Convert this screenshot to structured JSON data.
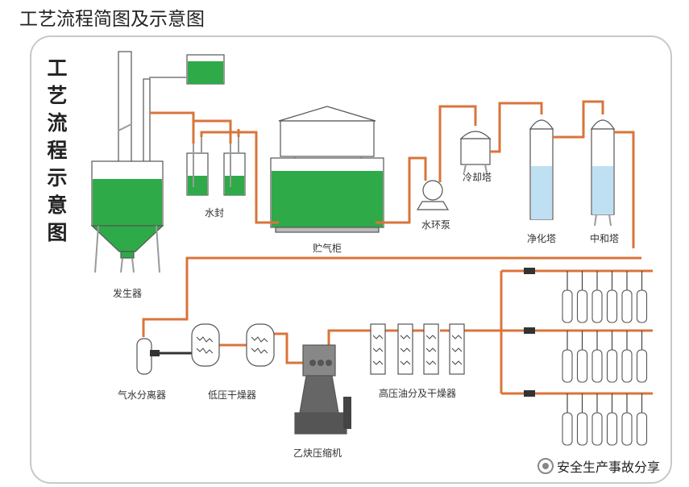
{
  "page_title": "工艺流程简图及示意图",
  "diagram": {
    "vertical_title": [
      "工",
      "艺",
      "流",
      "程",
      "示",
      "意",
      "图"
    ],
    "labels": {
      "generator": "发生器",
      "water_seal": "水封",
      "gas_holder": "贮气柜",
      "water_ring_pump": "水环泵",
      "cooling_tower": "冷却塔",
      "purification_tower": "净化塔",
      "neutralization_tower": "中和塔",
      "gas_water_separator": "气水分离器",
      "low_pressure_dryer": "低压干燥器",
      "acetylene_compressor": "乙炔压缩机",
      "high_pressure_oil_separator_dryer": "高压油分及干燥器"
    },
    "colors": {
      "pipe": "#d9743b",
      "liquid_green": "#2eaa48",
      "liquid_blue": "#bfe0f2",
      "frame": "#c8c8c8"
    },
    "cylinder_rows": 3,
    "cylinders_per_row": 6
  },
  "watermark": {
    "icon": "wechat-icon",
    "text": "安全生产事故分享"
  }
}
